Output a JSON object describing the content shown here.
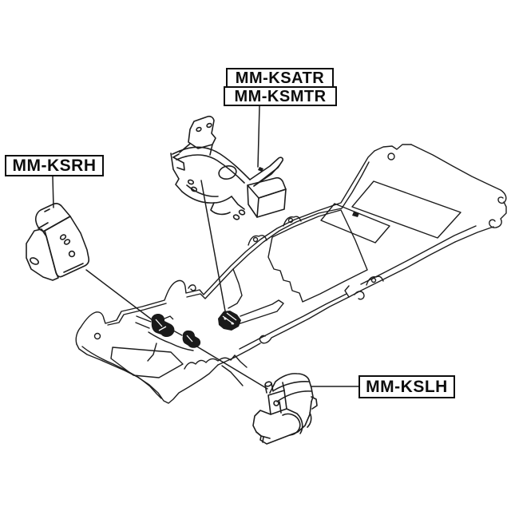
{
  "diagram": {
    "background_color": "#ffffff",
    "line_color": "#1d1d1d",
    "label_border_color": "#0d0d0d",
    "labels": {
      "ksatr": "MM-KSATR",
      "ksmtr": "MM-KSMTR",
      "ksrh": "MM-KSRH",
      "kslh": "MM-KSLH"
    }
  }
}
